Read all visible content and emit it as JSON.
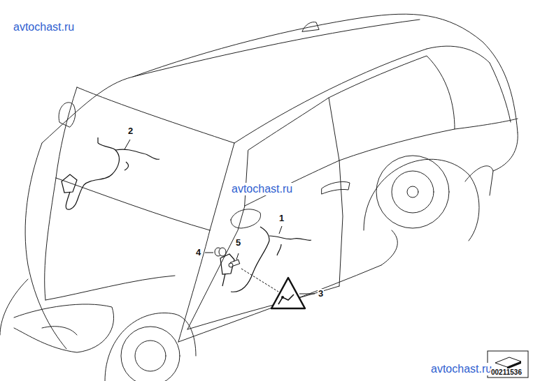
{
  "diagram": {
    "labels": [
      "avtochast.ru",
      "2",
      "avtochast.ru",
      "1",
      "4",
      "5",
      "3",
      "avtochast.ru",
      "00211536"
    ]
  }
}
